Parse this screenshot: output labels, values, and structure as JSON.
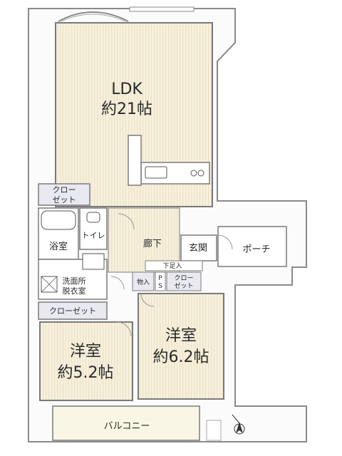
{
  "floorplan": {
    "rooms": {
      "ldk": {
        "name": "LDK",
        "size": "約21帖"
      },
      "western_a": {
        "name": "洋室",
        "size": "約6.2帖"
      },
      "western_b": {
        "name": "洋室",
        "size": "約5.2帖"
      }
    },
    "labels": {
      "closet_top_1": "クロー",
      "closet_top_2": "ゼット",
      "bath": "浴室",
      "toilet": "トイレ",
      "washroom_1": "洗面所",
      "washroom_2": "脱衣室",
      "closet_long": "クローゼット",
      "hallway": "廊下",
      "entrance": "玄関",
      "porch": "ポーチ",
      "shoe_box": "下足入",
      "storage": "物入",
      "ps_1": "P",
      "ps_2": "S",
      "closet_small_1": "クロー",
      "closet_small_2": "ゼット",
      "balcony": "バルコニー"
    }
  },
  "colors": {
    "floor_wood": "#f6f0dd",
    "floor_stripe": "#ece2c6",
    "wall": "#8a8a8a",
    "closet_fill": "#e9e9f2",
    "balcony_fill": "#f8f6e4",
    "wet_fill": "#ffffff"
  }
}
